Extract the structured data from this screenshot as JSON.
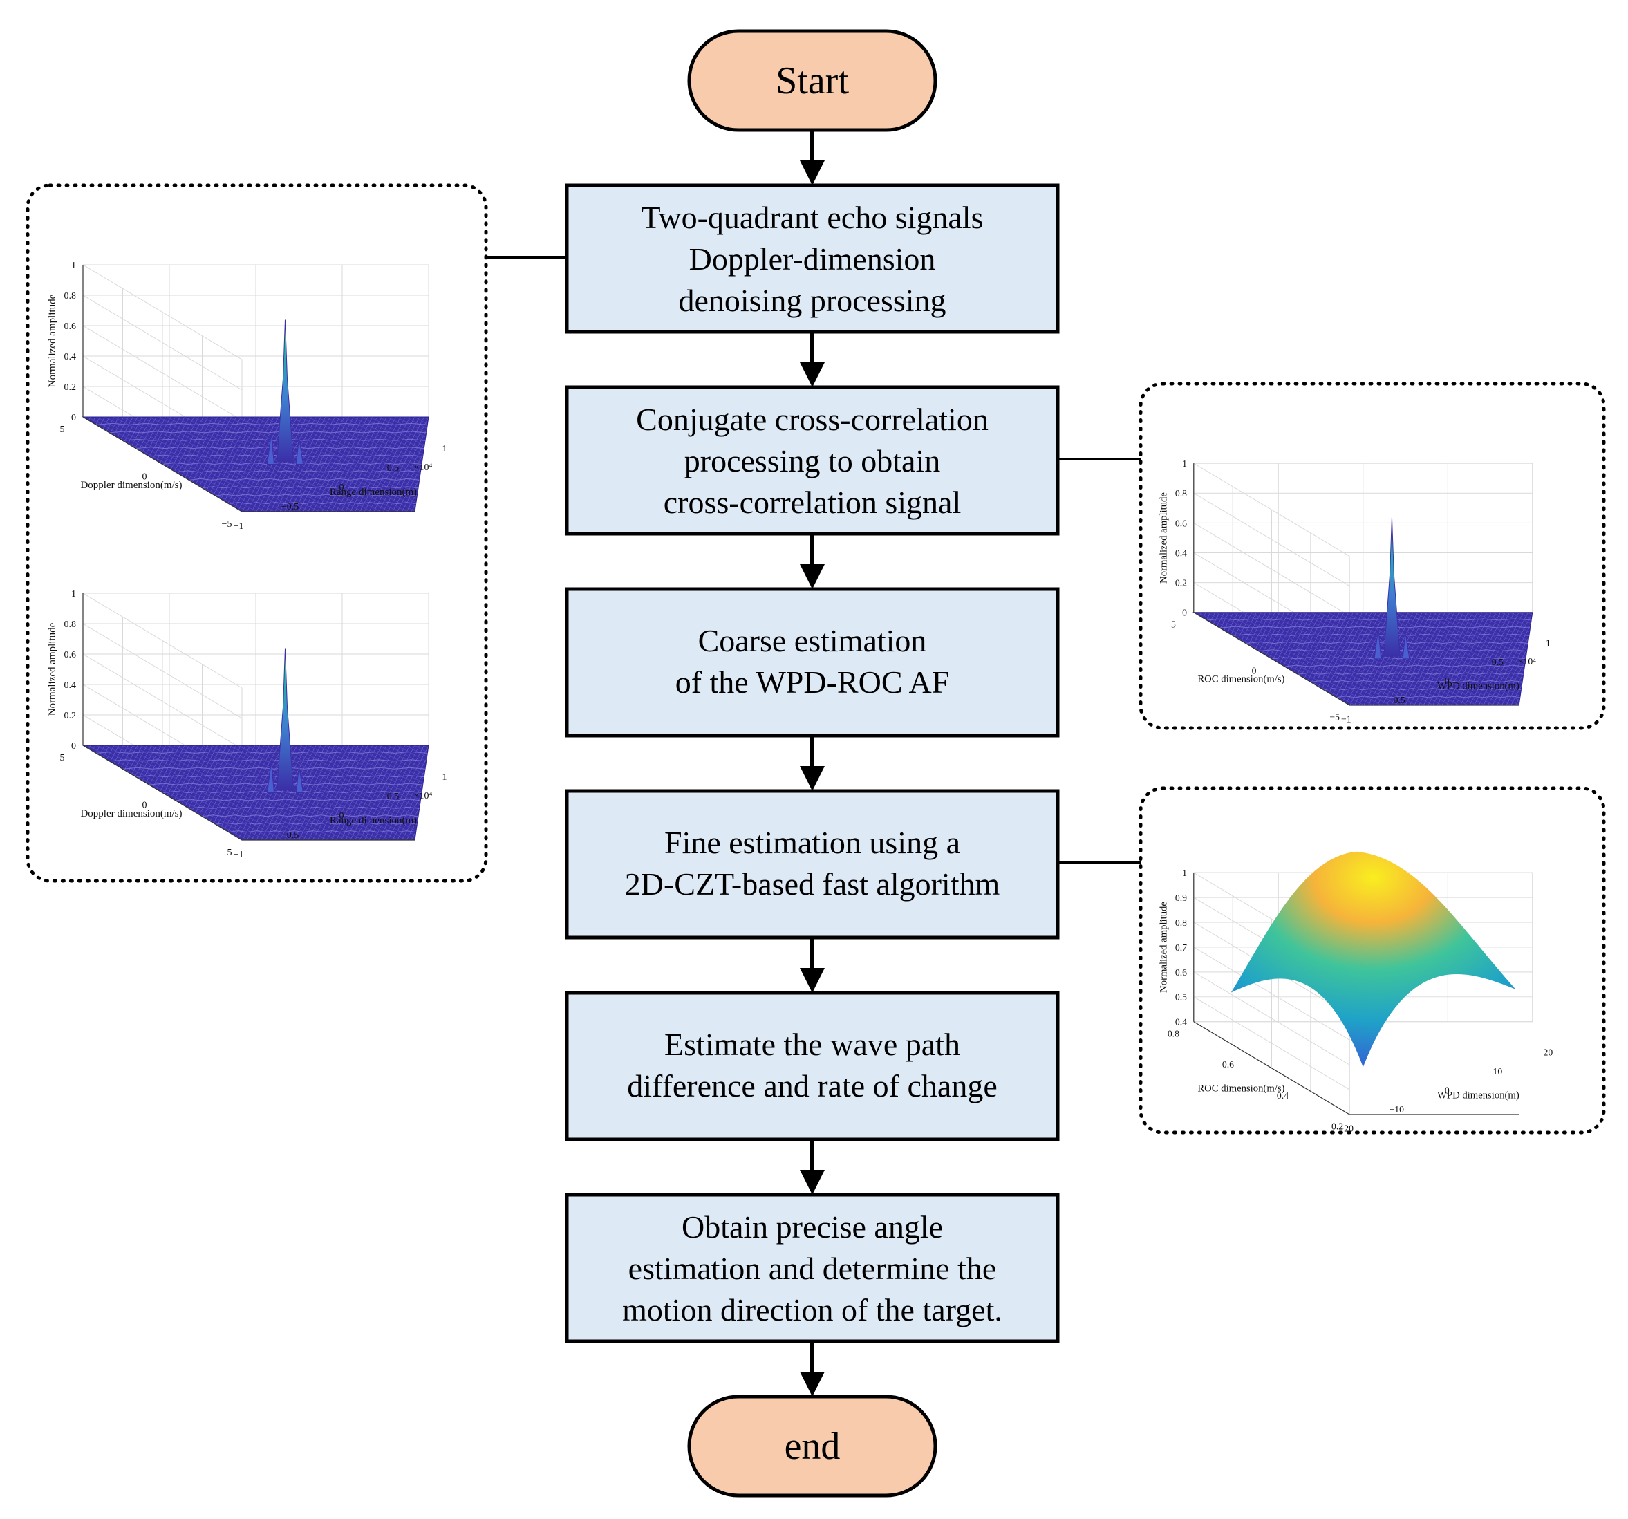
{
  "flowchart": {
    "start_label": "Start",
    "end_label": "end",
    "steps": [
      {
        "lines": [
          "Two-quadrant echo signals",
          "Doppler-dimension",
          "denoising processing"
        ]
      },
      {
        "lines": [
          "Conjugate cross-correlation",
          "processing to obtain",
          "cross-correlation signal"
        ]
      },
      {
        "lines": [
          "Coarse estimation",
          "of the WPD-ROC AF"
        ]
      },
      {
        "lines": [
          "Fine estimation using a",
          "2D-CZT-based fast algorithm"
        ]
      },
      {
        "lines": [
          "Estimate the wave path",
          "difference and rate of change"
        ]
      },
      {
        "lines": [
          "Obtain precise angle",
          "estimation and determine the",
          "motion direction of the target."
        ]
      }
    ]
  },
  "colors": {
    "terminal_fill": "#f7cbab",
    "process_fill": "#dde9f5",
    "stroke": "#000000",
    "surface_low": "#3b2fa8",
    "surface_mid": "#23b7a8",
    "surface_high": "#f9ee1f"
  },
  "insets": {
    "left_top": {
      "zlabel": "Normalized amplitude",
      "ylabel": "Doppler dimension(m/s)",
      "xlabel": "Range dimension(m)",
      "zticks": [
        "0",
        "0.2",
        "0.4",
        "0.6",
        "0.8",
        "1"
      ],
      "yticks": [
        "5",
        "0",
        "−5"
      ],
      "xticks": [
        "−1",
        "−0.5",
        "0",
        "0.5",
        "1"
      ],
      "exponent": "×10⁴"
    },
    "left_bottom": {
      "zlabel": "Normalized amplitude",
      "ylabel": "Doppler dimension(m/s)",
      "xlabel": "Range dimension(m)",
      "zticks": [
        "0",
        "0.2",
        "0.4",
        "0.6",
        "0.8",
        "1"
      ],
      "yticks": [
        "5",
        "0",
        "−5"
      ],
      "xticks": [
        "−1",
        "−0.5",
        "0",
        "0.5",
        "1"
      ],
      "exponent": "×10⁴"
    },
    "right_top": {
      "zlabel": "Normalized amplitude",
      "ylabel": "ROC dimension(m/s)",
      "xlabel": "WPD dimension(m)",
      "zticks": [
        "0",
        "0.2",
        "0.4",
        "0.6",
        "0.8",
        "1"
      ],
      "yticks": [
        "5",
        "0",
        "−5"
      ],
      "xticks": [
        "−1",
        "−0.5",
        "0",
        "0.5",
        "1"
      ],
      "exponent": "×10⁴"
    },
    "right_bottom": {
      "zlabel": "Normalized amplitude",
      "ylabel": "ROC dimension(m/s)",
      "xlabel": "WPD dimension(m)",
      "zticks": [
        "0.4",
        "0.5",
        "0.6",
        "0.7",
        "0.8",
        "0.9",
        "1"
      ],
      "yticks": [
        "0.8",
        "0.6",
        "0.4",
        "0.2"
      ],
      "xticks": [
        "−20",
        "−10",
        "0",
        "10",
        "20"
      ],
      "exponent": ""
    }
  }
}
